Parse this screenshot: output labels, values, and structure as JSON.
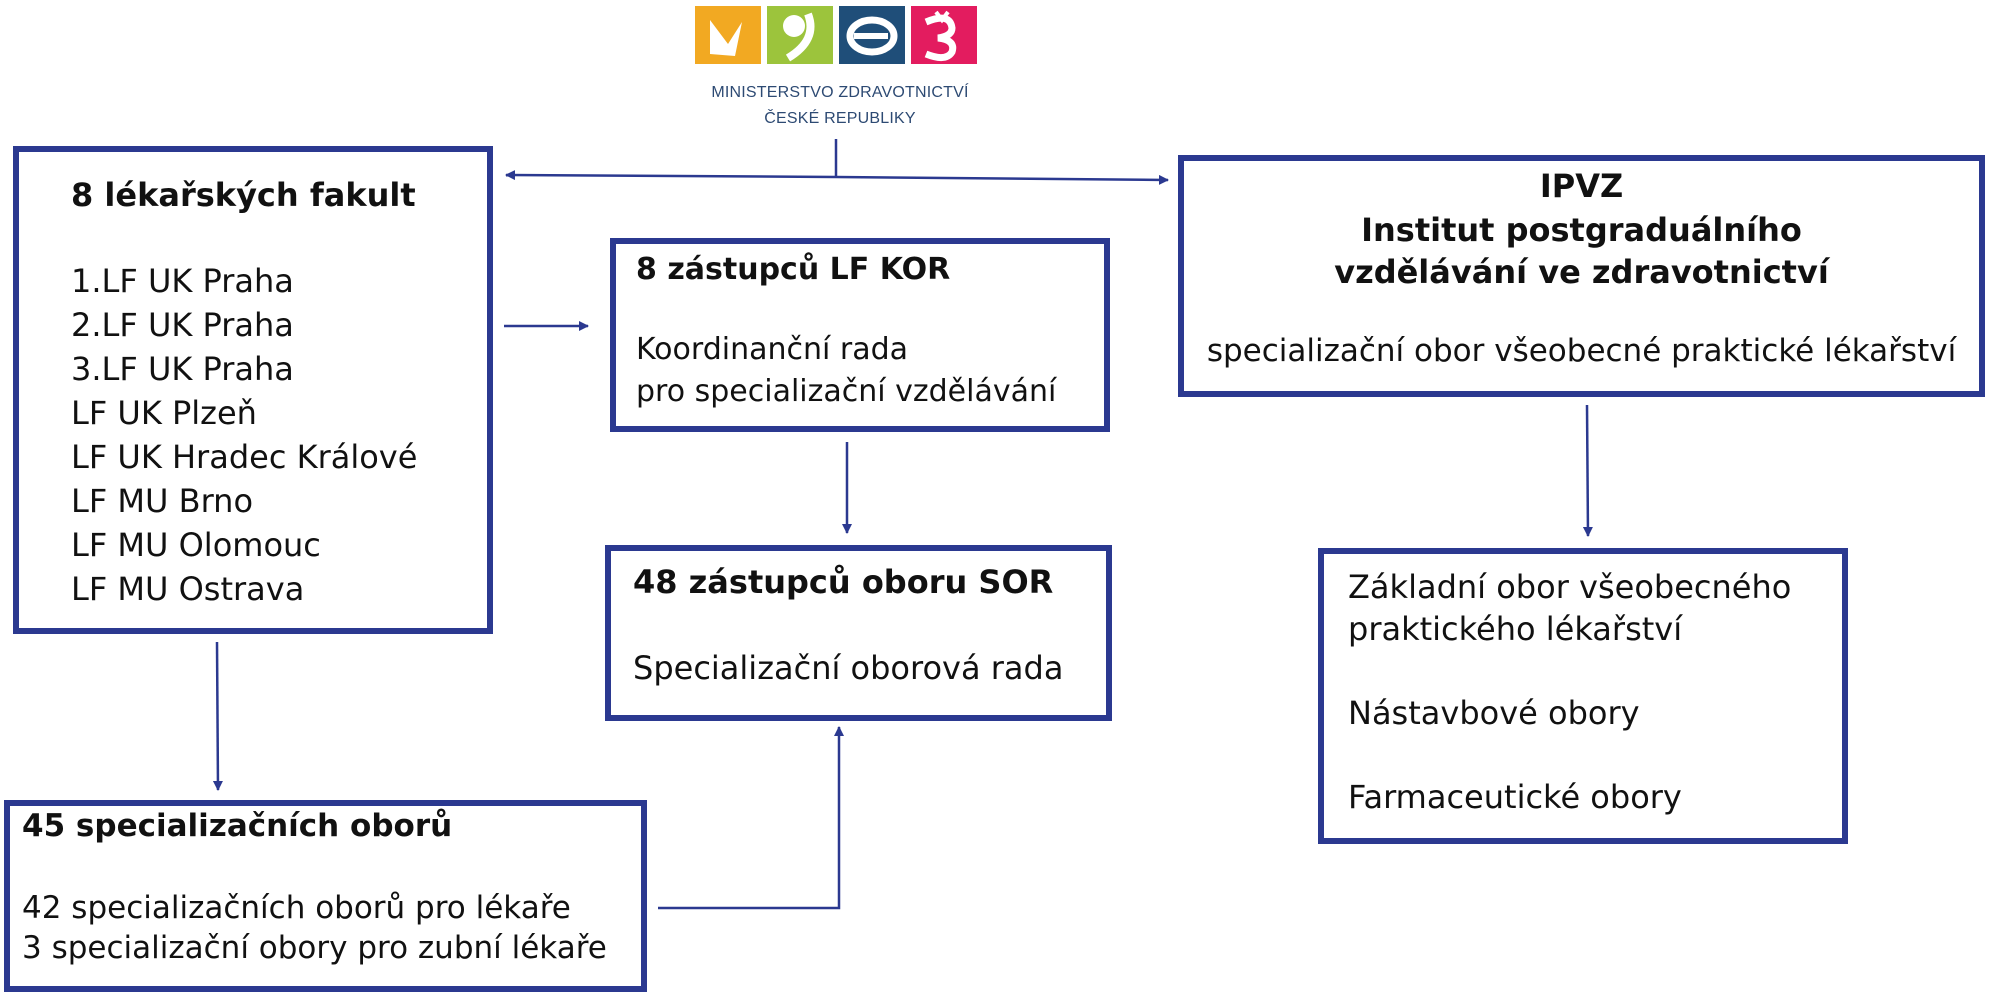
{
  "logo": {
    "line1": "MINISTERSTVO ZDRAVOTNICTVÍ",
    "line2": "ČESKÉ REPUBLIKY",
    "colors": [
      "#f2a922",
      "#9cc43c",
      "#1f4e79",
      "#e31c5f"
    ]
  },
  "faculties": {
    "title": "8 lékařských fakult",
    "items": [
      "1.LF UK Praha",
      "2.LF UK Praha",
      "3.LF UK Praha",
      "LF UK Plzeň",
      "LF UK Hradec Králové",
      "LF MU Brno",
      "LF MU Olomouc",
      "LF MU Ostrava"
    ]
  },
  "kor": {
    "title": "8 zástupců LF KOR",
    "line1": "Koordinanční rada",
    "line2": "pro specializační vzdělávání"
  },
  "sor": {
    "title": "48 zástupců oboru SOR",
    "line1": "Specializační oborová rada"
  },
  "ipvz": {
    "abbr": "IPVZ",
    "name1": "Institut postgraduálního",
    "name2": "vzdělávání ve zdravotnictví",
    "line1": "specializační obor všeobecné praktické lékařství"
  },
  "obory": {
    "title": "45 specializačních oborů",
    "line1": "42 specializačních oborů pro lékaře",
    "line2": "3 specializační obory pro zubní lékaře"
  },
  "zakladni": {
    "line1": "Základní obor všeobecného",
    "line2": "praktického lékařství",
    "line3": "Nástavbové obory",
    "line4": "Farmaceutické obory"
  },
  "colors": {
    "border": "#2b3990",
    "arrow": "#2b3990"
  }
}
